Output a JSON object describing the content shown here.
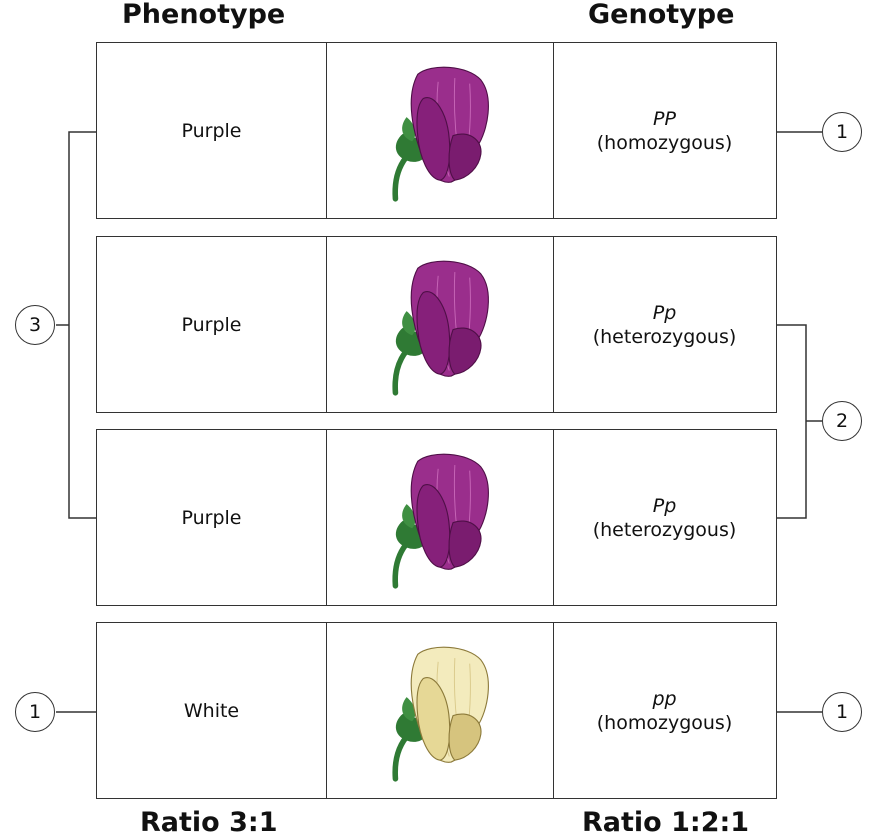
{
  "headers": {
    "phenotype": "Phenotype",
    "genotype": "Genotype"
  },
  "rows": [
    {
      "phenotype": "Purple",
      "genotype": "PP",
      "zygosity": "(homozygous)",
      "flower_color": "purple"
    },
    {
      "phenotype": "Purple",
      "genotype": "Pp",
      "zygosity": "(heterozygous)",
      "flower_color": "purple"
    },
    {
      "phenotype": "Purple",
      "genotype": "Pp",
      "zygosity": "(heterozygous)",
      "flower_color": "purple"
    },
    {
      "phenotype": "White",
      "genotype": "pp",
      "zygosity": "(homozygous)",
      "flower_color": "white"
    }
  ],
  "counts": {
    "phenotype_purple": "3",
    "phenotype_white": "1",
    "genotype_homozygous_dominant": "1",
    "genotype_heterozygous": "2",
    "genotype_homozygous_recessive": "1"
  },
  "ratios": {
    "phenotype": "Ratio 3:1",
    "genotype": "Ratio 1:2:1"
  },
  "colors": {
    "purple_petal": "#9a2e8c",
    "purple_petal_dark": "#6a1760",
    "white_petal": "#f3ebbd",
    "white_petal_dark": "#c9b774",
    "stem": "#2f7a34"
  }
}
